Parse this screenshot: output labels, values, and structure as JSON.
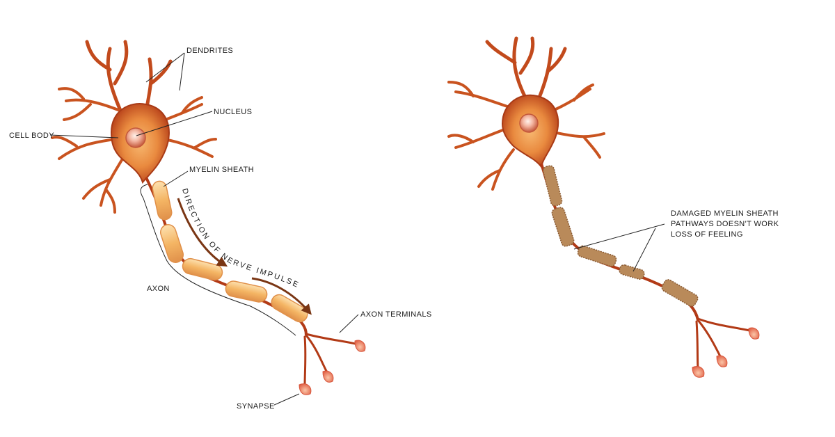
{
  "labels": {
    "dendrites": "DENDRITES",
    "nucleus": "NUCLEUS",
    "cell_body": "CELL BODY",
    "myelin_sheath": "MYELIN SHEATH",
    "axon": "AXON",
    "axon_terminals": "AXON TERMINALS",
    "synapse": "SYNAPSE",
    "direction": "DIRECTION OF NERVE IMPULSE"
  },
  "damaged_note": {
    "line1": "DAMAGED MYELIN SHEATH",
    "line2": "PATHWAYS DOESN'T WORK",
    "line3": "LOSS OF FEELING"
  },
  "colors": {
    "membrane": "#b23a16",
    "dendrite_tip": "#f0a060",
    "soma_center": "#f6a85a",
    "myelin": "#f7c27a",
    "damaged_myelin": "#b98a5a",
    "arrow": "#7a3614",
    "terminal": "#f08a6a"
  }
}
